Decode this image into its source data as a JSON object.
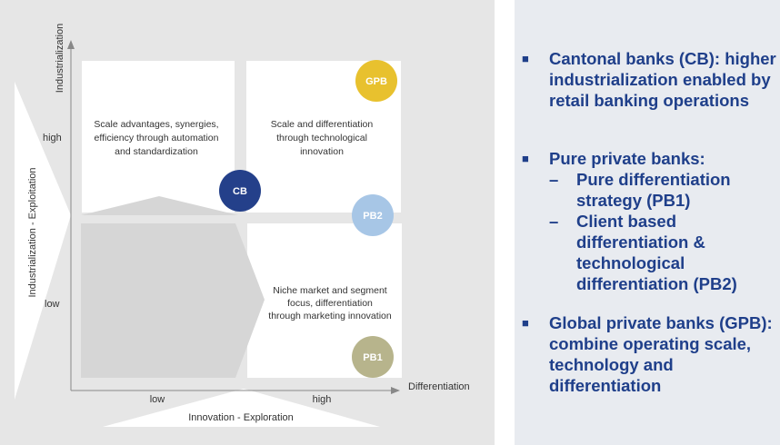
{
  "diagram": {
    "y_axis_title": "Industrialization",
    "x_axis_title": "Differentiation",
    "y_side_label": "Industrialization - Exploitation",
    "x_bottom_label": "Innovation - Exploration",
    "y_ticks": {
      "high": "high",
      "low": "low"
    },
    "x_ticks": {
      "low": "low",
      "high": "high"
    },
    "quadrants": {
      "top_left": [
        "Scale advantages, synergies,",
        "efficiency through automation",
        "and standardization"
      ],
      "top_right": [
        "Scale and differentiation",
        "through technological",
        "innovation"
      ],
      "bottom_right": [
        "Niche market and segment",
        "focus, differentiation",
        "through marketing innovation"
      ]
    },
    "bubbles": {
      "gpb": {
        "label": "GPB",
        "color": "#e8c12e"
      },
      "cb": {
        "label": "CB",
        "color": "#24408a"
      },
      "pb2": {
        "label": "PB2",
        "color": "#a7c6e6"
      },
      "pb1": {
        "label": "PB1",
        "color": "#b7b48c"
      }
    }
  },
  "bullets": {
    "cb": "Cantonal banks (CB): higher industrialization enabled by retail banking operations",
    "pure": "Pure private banks:",
    "pure_sub1": "Pure differentiation strategy (PB1)",
    "pure_sub2": "Client based differentiation & technological differentiation (PB2)",
    "gpb": "Global private banks (GPB): combine operating scale, technology and differentiation"
  },
  "colors": {
    "accent": "#1f3f8a"
  }
}
